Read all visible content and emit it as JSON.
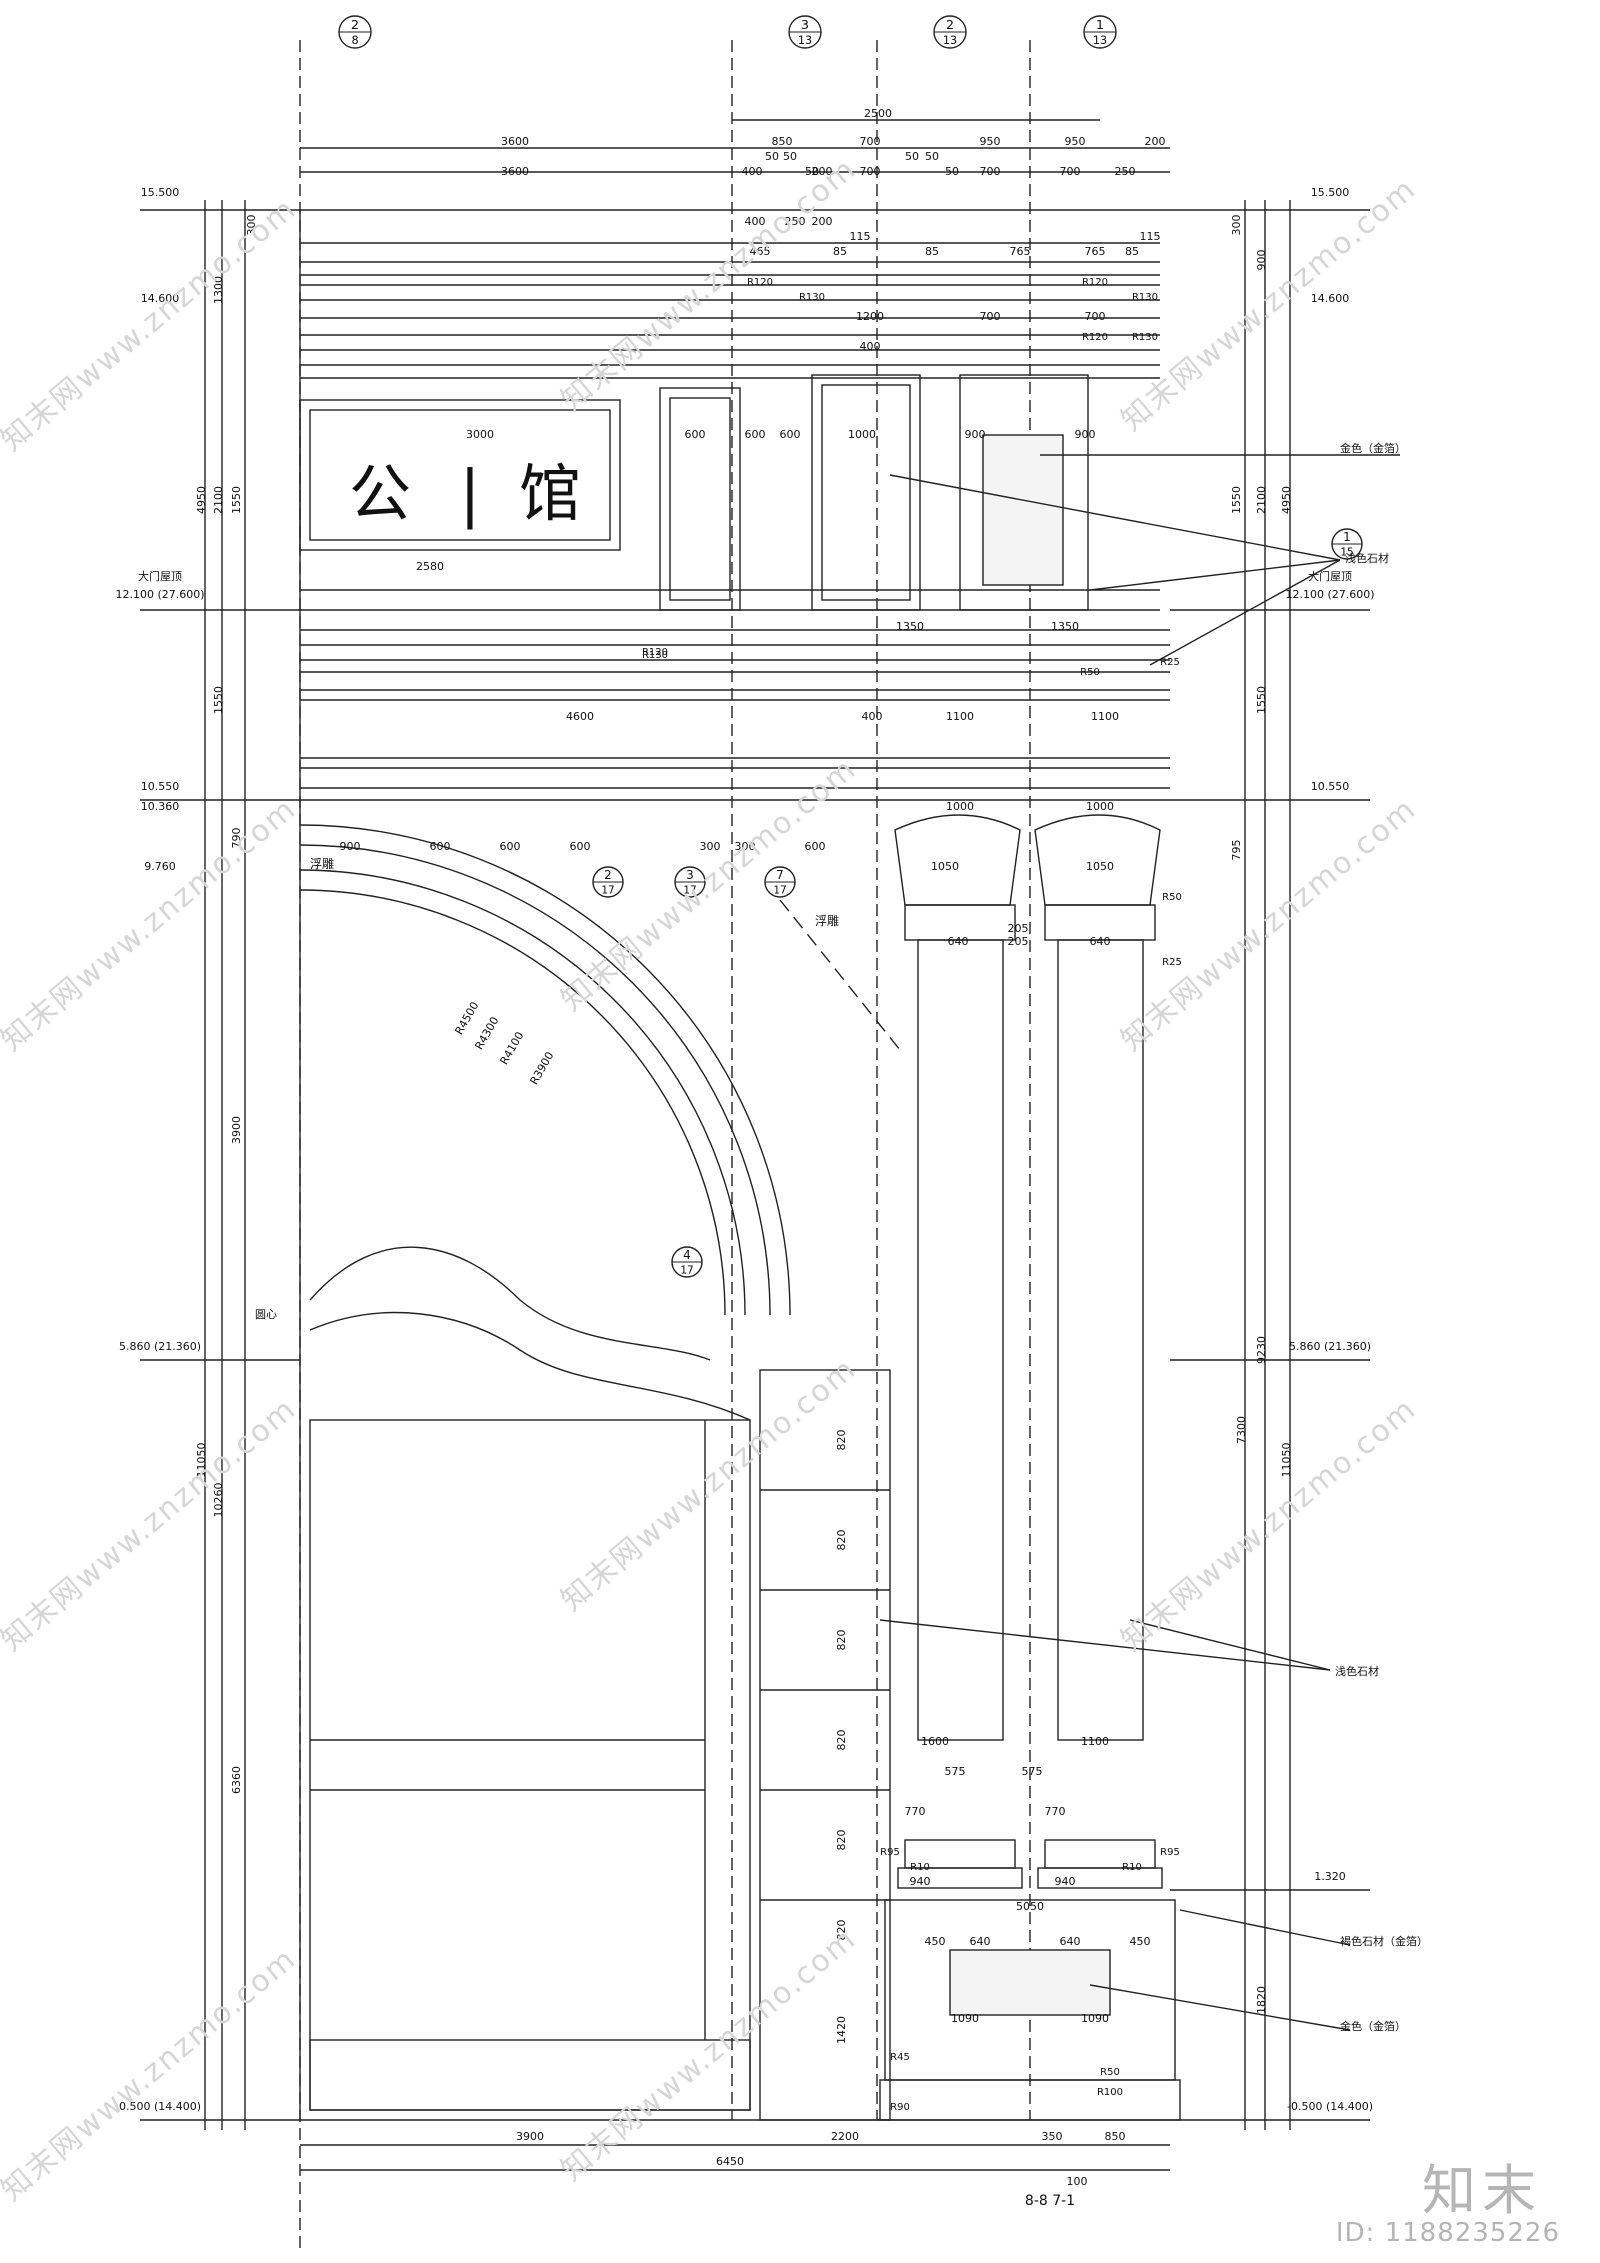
{
  "axes": [
    {
      "num": "2",
      "den": "8"
    },
    {
      "num": "3",
      "den": "13"
    },
    {
      "num": "2",
      "den": "13"
    },
    {
      "num": "1",
      "den": "13"
    }
  ],
  "sign_text": [
    "公",
    "|",
    "馆"
  ],
  "levels_left": [
    "15.500",
    "14.600",
    "大门屋顶",
    "12.100 (27.600)",
    "10.550",
    "10.360",
    "9.760",
    "5.860 (21.360)",
    "0.500 (14.400)"
  ],
  "levels_right": [
    "15.500",
    "14.600",
    "大门屋顶",
    "12.100 (27.600)",
    "10.550",
    "5.860 (21.360)",
    "1.320",
    "-0.500 (14.400)"
  ],
  "dims_top": [
    "2500",
    "3600",
    "850",
    "700",
    "950",
    "950",
    "200",
    "3600",
    "400",
    "50",
    "50",
    "50",
    "200",
    "700",
    "50",
    "50",
    "50",
    "700",
    "700",
    "250"
  ],
  "dims_upper": [
    "400",
    "250",
    "200",
    "465",
    "85",
    "115",
    "85",
    "765",
    "765",
    "85",
    "115",
    "1200",
    "700",
    "700",
    "400",
    "3000",
    "600",
    "600",
    "600",
    "1000",
    "900",
    "900",
    "2580",
    "1350",
    "1350",
    "4600",
    "400",
    "1100",
    "1100"
  ],
  "dims_mid": [
    "900",
    "600",
    "600",
    "600",
    "300",
    "300",
    "600",
    "1000",
    "1000",
    "1050",
    "1050",
    "640",
    "640",
    "205",
    "205"
  ],
  "dims_lower": [
    "1600",
    "1100",
    "575",
    "575",
    "770",
    "770",
    "940",
    "940",
    "5050",
    "450",
    "640",
    "640",
    "450",
    "1090",
    "1090"
  ],
  "dims_bottom": [
    "3900",
    "2200",
    "350",
    "850",
    "6450",
    "100"
  ],
  "dims_left_vert": [
    "300",
    "1300",
    "4950",
    "2100",
    "1550",
    "1550",
    "790",
    "3900",
    "11050",
    "10260",
    "6360"
  ],
  "dims_right_vert": [
    "300",
    "900",
    "4950",
    "2100",
    "1550",
    "1550",
    "795",
    "9230",
    "7300",
    "11050",
    "1820"
  ],
  "dims_col_vert": [
    "820",
    "820",
    "820",
    "820",
    "820",
    "820",
    "1420"
  ],
  "dims_arch": [
    "R4500",
    "R4300",
    "R4100",
    "R3900"
  ],
  "radii": [
    "R120",
    "R130",
    "R120",
    "R130",
    "R120",
    "R130",
    "R120",
    "R130",
    "R50",
    "R25",
    "R50",
    "R25",
    "R95",
    "R10",
    "R95",
    "R10",
    "R50",
    "R45",
    "R100",
    "R90"
  ],
  "detail_refs": [
    {
      "num": "2",
      "den": "17"
    },
    {
      "num": "3",
      "den": "17"
    },
    {
      "num": "7",
      "den": "17"
    },
    {
      "num": "4",
      "den": "17"
    },
    {
      "num": "1",
      "den": "15"
    }
  ],
  "notes": {
    "gold1": "金色（金箔）",
    "stone1": "浅色石材",
    "fudiao1": "浮雕",
    "fudiao2": "浮雕",
    "stone2": "浅色石材",
    "stone3": "褐色石材（金箔）",
    "gold2": "金色（金箔）",
    "center": "圆心"
  },
  "section_mark": "8-8 7-1",
  "watermark": "知末网www.znzmo.com",
  "brand": "知末",
  "id_label": "ID: 1188235226",
  "colors": {
    "line": "#222222",
    "watermark": "#d6d6d6",
    "stone": "#b8a070"
  }
}
